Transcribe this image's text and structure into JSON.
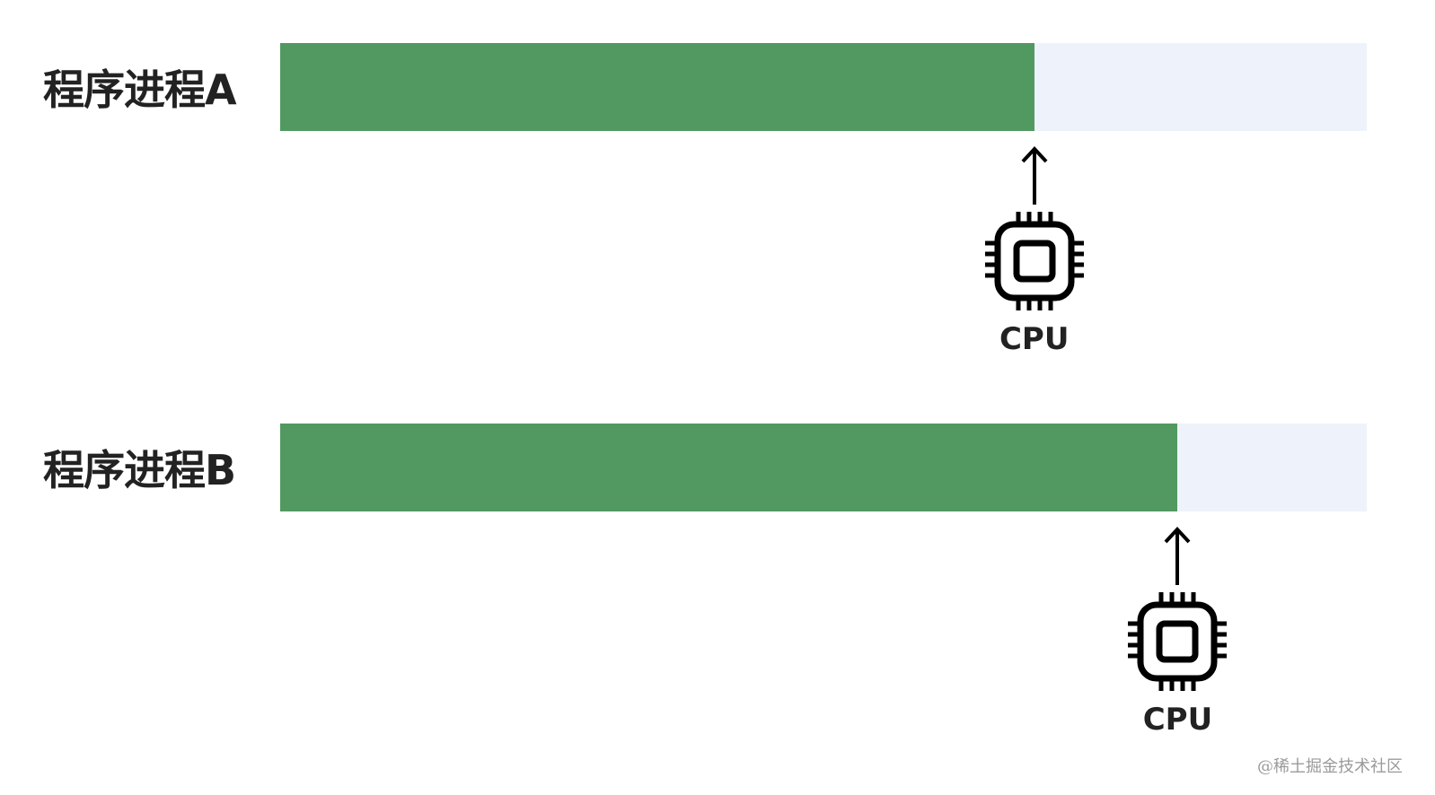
{
  "processes": [
    {
      "name": "程序进程A",
      "progress": 0.694,
      "cpu_label": "CPU",
      "icon": "cpu-chip-icon"
    },
    {
      "name": "程序进程B",
      "progress": 0.826,
      "cpu_label": "CPU",
      "icon": "cpu-chip-icon"
    }
  ],
  "colors": {
    "fill": "#519961",
    "track": "#eef2fa",
    "text": "#222222"
  },
  "watermark": "@稀土掘金技术社区"
}
